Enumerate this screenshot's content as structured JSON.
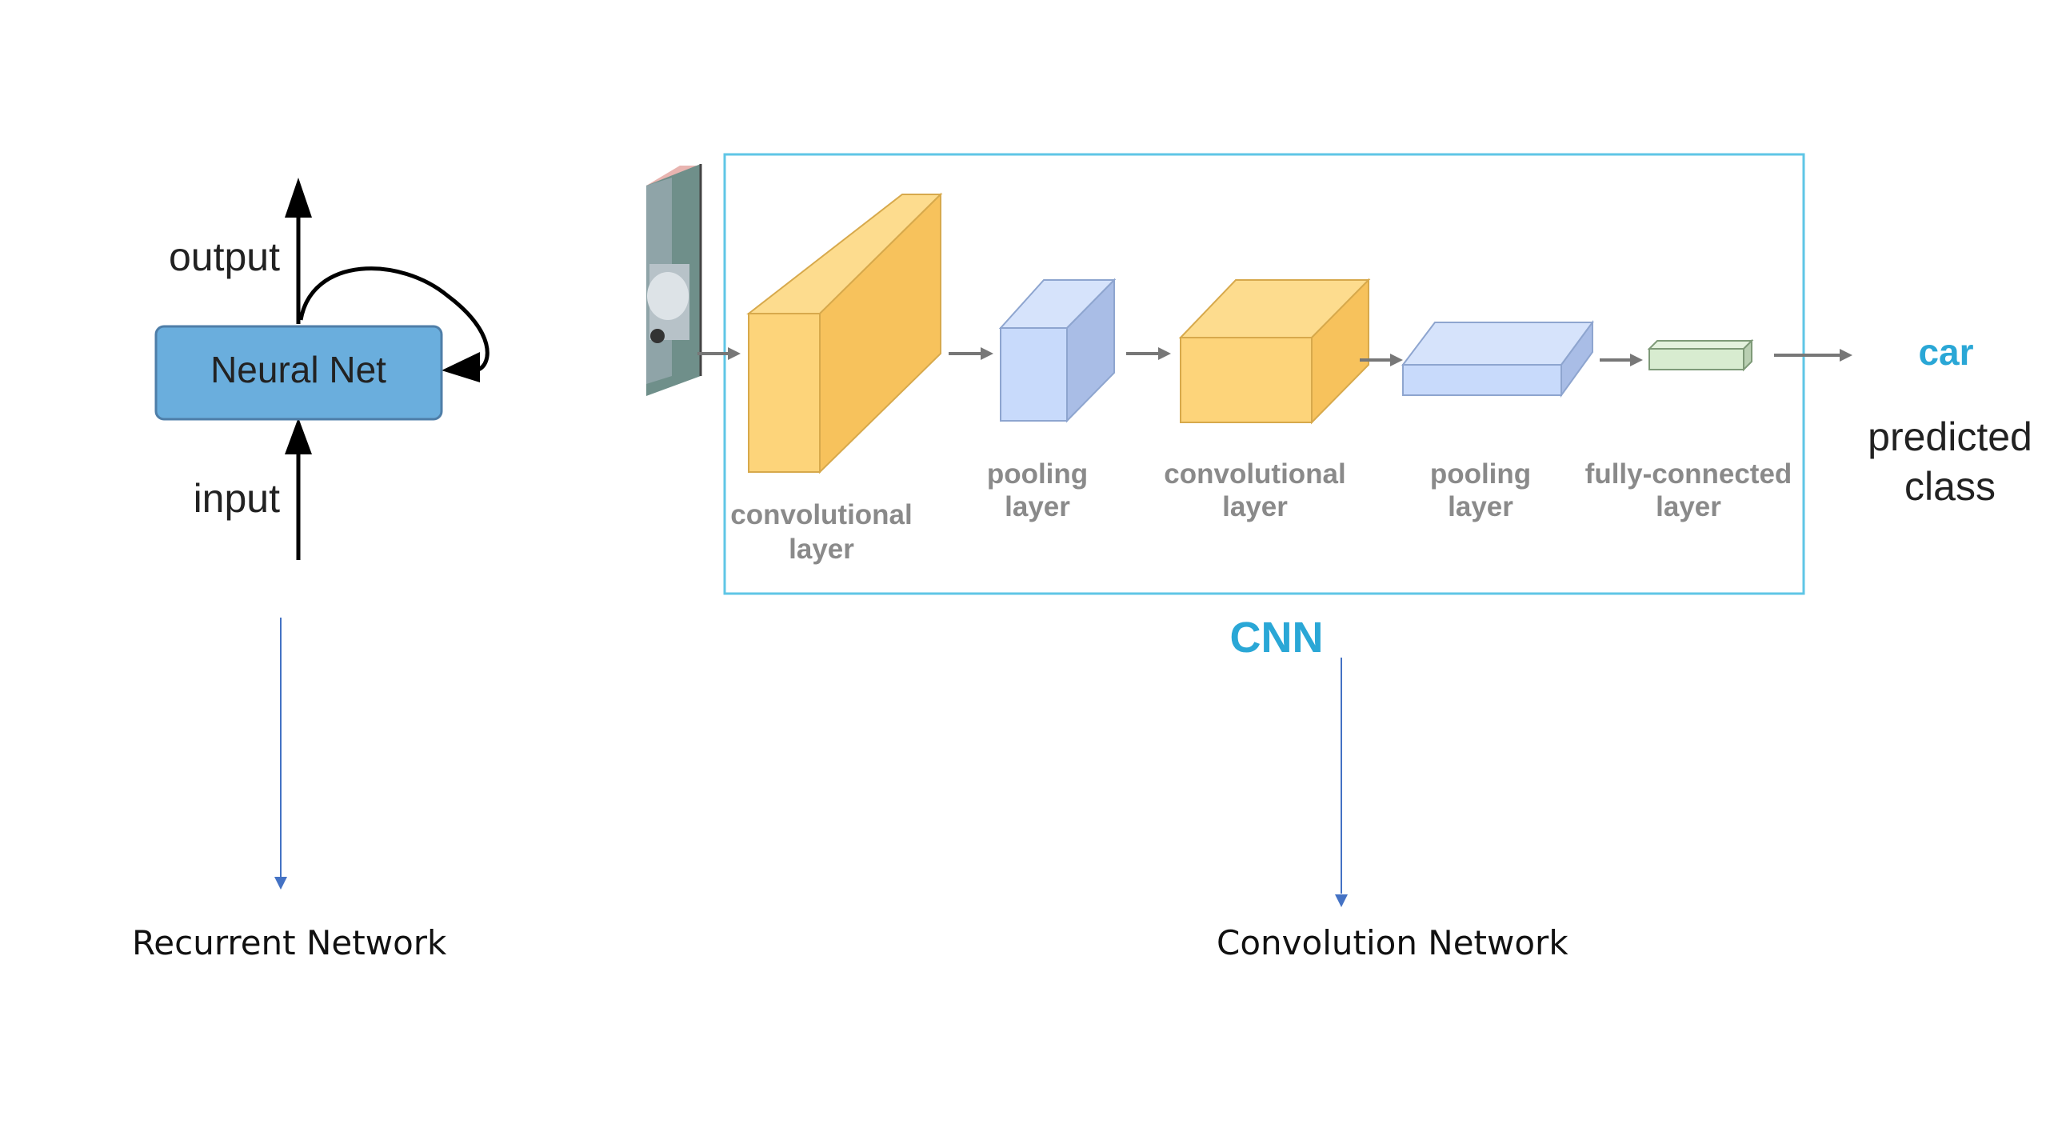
{
  "rnn": {
    "node_label": "Neural Net",
    "output_label": "output",
    "input_label": "input",
    "caption": "Recurrent Network"
  },
  "cnn": {
    "title": "CNN",
    "layers": [
      {
        "line1": "convolutional",
        "line2": "layer"
      },
      {
        "line1": "pooling",
        "line2": "layer"
      },
      {
        "line1": "convolutional",
        "line2": "layer"
      },
      {
        "line1": "pooling",
        "line2": "layer"
      },
      {
        "line1": "fully-connected",
        "line2": "layer"
      }
    ],
    "output_class": "car",
    "output_caption_line1": "predicted",
    "output_caption_line2": "class",
    "caption": "Convolution Network"
  },
  "colors": {
    "conv_front": "#fdd47a",
    "conv_side": "#f7c25c",
    "pool_front": "#c8dafb",
    "pool_side": "#a9bde6",
    "fc_front": "#d8ecd0",
    "node_fill": "#6aaedd",
    "frame": "#5fc6e6",
    "accent_blue": "#2aa7d6",
    "pointer_line": "#4472c4"
  }
}
